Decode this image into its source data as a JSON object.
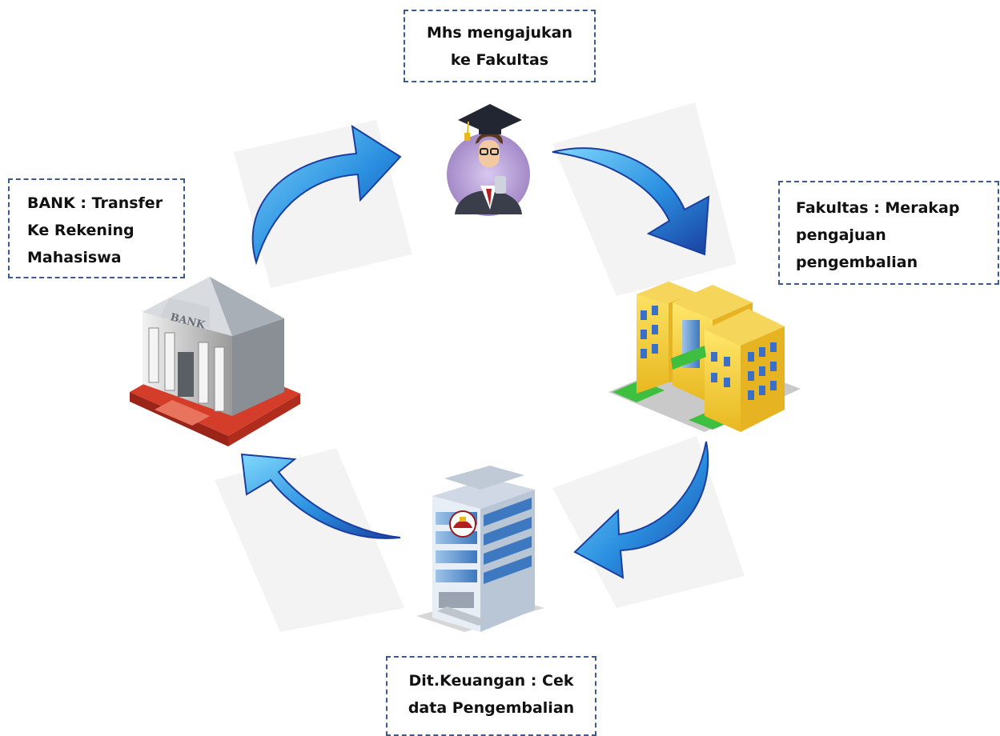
{
  "steps": {
    "student": {
      "text": "Mhs mengajukan\nke Fakultas",
      "icon": "graduate-student-icon"
    },
    "faculty": {
      "text": "Fakultas : Merakap\npengajuan\npengembalian",
      "icon": "faculty-building-icon"
    },
    "finance": {
      "text": "Dit.Keuangan : Cek\ndata Pengembalian",
      "icon": "finance-office-building-icon"
    },
    "bank": {
      "text": "BANK : Transfer\nKe Rekening\nMahasiswa",
      "icon": "bank-building-icon",
      "sign": "BANK"
    }
  },
  "colors": {
    "arrow_light": "#5cc8f5",
    "arrow_dark": "#1a3fa0",
    "box_border": "#3d5a8a"
  }
}
